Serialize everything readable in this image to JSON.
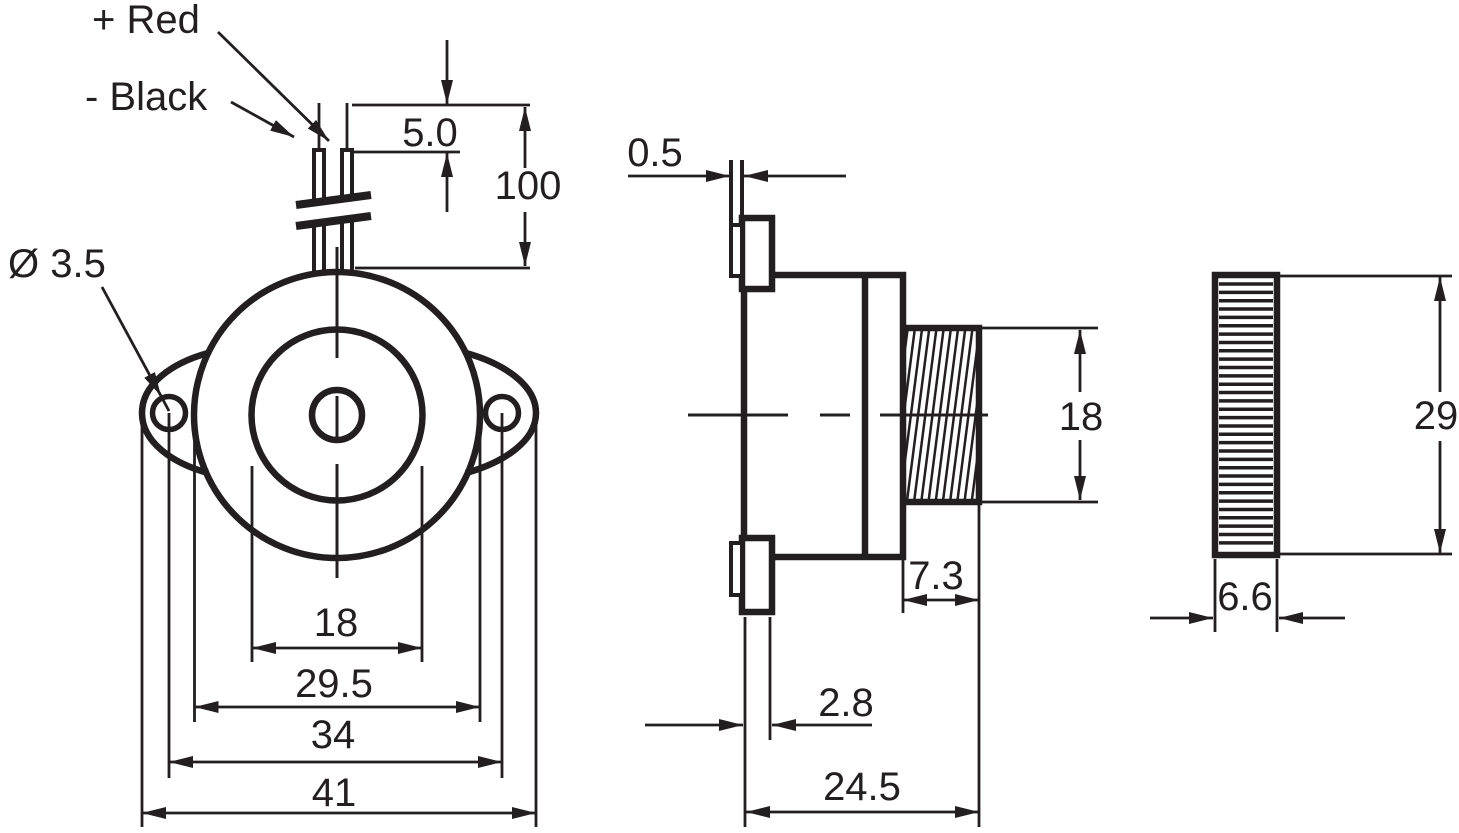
{
  "colors": {
    "ink": "#231f20",
    "background": "#ffffff"
  },
  "front_view": {
    "labels": {
      "positive_lead": "+ Red",
      "negative_lead": "- Black",
      "mounting_hole_diameter": "Ø 3.5",
      "lead_tip_length": "5.0",
      "lead_length": "100",
      "inner_diameter": "18",
      "body_diameter": "29.5",
      "mounting_hole_spacing": "34",
      "overall_width": "41"
    }
  },
  "side_view": {
    "labels": {
      "flange_thickness": "0.5",
      "thread_diameter": "18",
      "thread_length": "7.3",
      "flange_offset": "2.8",
      "overall_depth": "24.5"
    }
  },
  "back_view": {
    "labels": {
      "nut_diameter": "29",
      "nut_thickness": "6.6"
    }
  }
}
